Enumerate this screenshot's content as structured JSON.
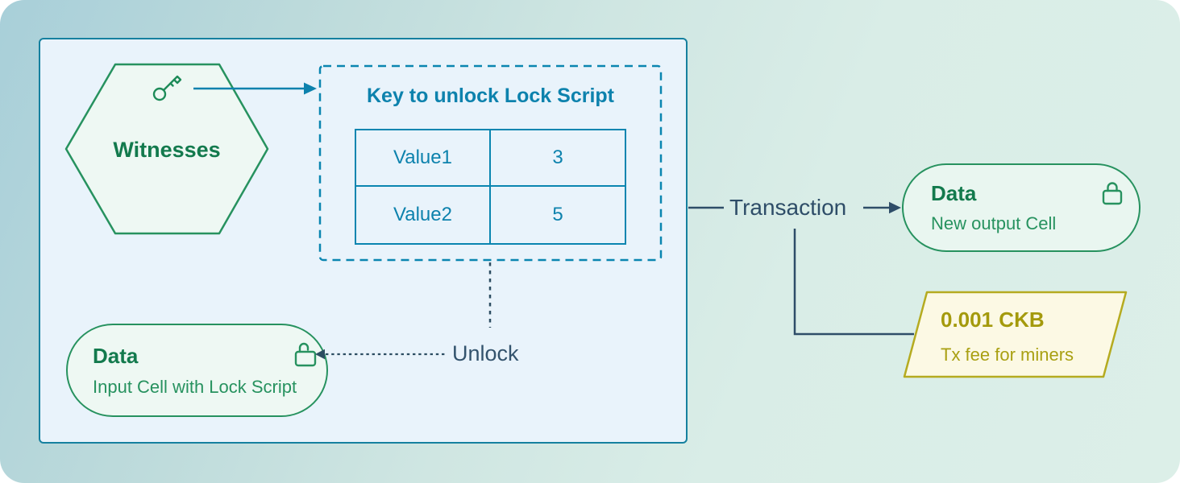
{
  "colors": {
    "background_start": "#a8cfd9",
    "background_end": "#dcefe8",
    "container_fill": "#e9f3fb",
    "container_border": "#15809f",
    "blue_accent": "#0d82ad",
    "green_accent": "#27925f",
    "green_text": "#137a4d",
    "slate_accent": "#2e4d68",
    "olive_border": "#b5ab20",
    "olive_text": "#a49a0c",
    "fee_fill": "#fcf9e4"
  },
  "witnesses": {
    "label": "Witnesses"
  },
  "key_box": {
    "title": "Key to unlock Lock Script",
    "rows": [
      {
        "label": "Value1",
        "value": "3"
      },
      {
        "label": "Value2",
        "value": "5"
      }
    ]
  },
  "unlock": {
    "label": "Unlock"
  },
  "input_cell": {
    "title": "Data",
    "subtitle": "Input Cell with Lock Script"
  },
  "transaction": {
    "label": "Transaction"
  },
  "output_cell": {
    "title": "Data",
    "subtitle": "New output Cell"
  },
  "fee": {
    "amount": "0.001 CKB",
    "note": "Tx fee for miners"
  }
}
